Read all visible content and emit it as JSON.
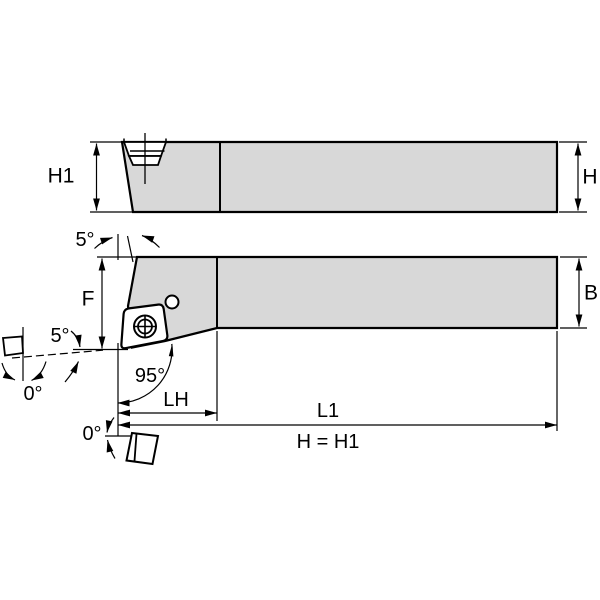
{
  "drawing": {
    "subject": "toolholder-two-view-dimensional-drawing",
    "colors": {
      "body_fill": "#d8d8d8",
      "line": "#000000",
      "background": "#ffffff"
    },
    "side_view": {
      "dims": {
        "h1": "H1",
        "h": "H"
      }
    },
    "top_view": {
      "dims": {
        "f": "F",
        "b": "B",
        "lh": "LH",
        "l1": "L1"
      },
      "angles": {
        "head_back_angle": "5°",
        "end_cutting_edge_angle": "5°",
        "lead_angle": "95°",
        "inclination_side": "0°",
        "inclination_front": "0°"
      },
      "note": "H = H1"
    }
  }
}
